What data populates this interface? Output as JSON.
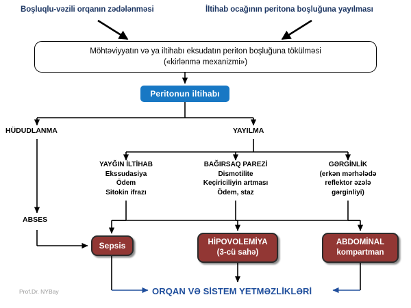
{
  "diagram": {
    "title_source": "Peritonit patogenezi sxemi",
    "watermark": "Prof.Dr. NYBay",
    "colors": {
      "header_text": "#1f3864",
      "blue_box": "#1878c4",
      "red_box": "#923734",
      "outcome_text": "#1f4e9c",
      "line": "#000000",
      "watermark": "#9a9a9a"
    },
    "top_causes": [
      {
        "id": "cause-left",
        "label": "Boşluqlu-vəzili orqanın zədələnməsi"
      },
      {
        "id": "cause-right",
        "label": "İltihab ocağının peritona boşluğuna yayılması"
      }
    ],
    "mechanism_box": {
      "line1": "Möhtəviyyatın və ya iltihabı eksudatın periton boşluğuna tökülməsi",
      "line2": "(«kirlənmə mexanizmi»)"
    },
    "central_node": {
      "label": "Peritonun  iltihabı"
    },
    "branches": [
      {
        "id": "branch-limited",
        "label": "HÜDUDLANMA"
      },
      {
        "id": "branch-spread",
        "label": "YAYILMA"
      }
    ],
    "limited_outcome": {
      "label": "ABSES"
    },
    "spread_groups": [
      {
        "id": "group-inflammation",
        "title": "YAYĞIN İLTİHAB",
        "items": [
          "Ekssudasiya",
          "Ödem",
          "Sitokin ifrazı"
        ]
      },
      {
        "id": "group-paresis",
        "title": "BAĞIRSAQ PAREZİ",
        "items": [
          "Dismotilite",
          "Keçiriciliyin artması",
          "Ödem, staz"
        ]
      },
      {
        "id": "group-tension",
        "title": "GƏRGİNLİK",
        "items": [
          "(erkən mərhələdə",
          "reflektor əzələ",
          "gərginliyi)"
        ]
      }
    ],
    "complications": [
      {
        "id": "comp-sepsis",
        "line1": "Sepsis",
        "line2": ""
      },
      {
        "id": "comp-hypovolemia",
        "line1": "HİPOVOLEMİYA",
        "line2": "(3-cü sahə)"
      },
      {
        "id": "comp-abdominal",
        "line1": "ABDOMİNAL",
        "line2": "kompartman"
      }
    ],
    "final_outcome": {
      "label": "ORQAN VƏ SİSTEM YETMƏZLİKLƏRİ"
    }
  }
}
